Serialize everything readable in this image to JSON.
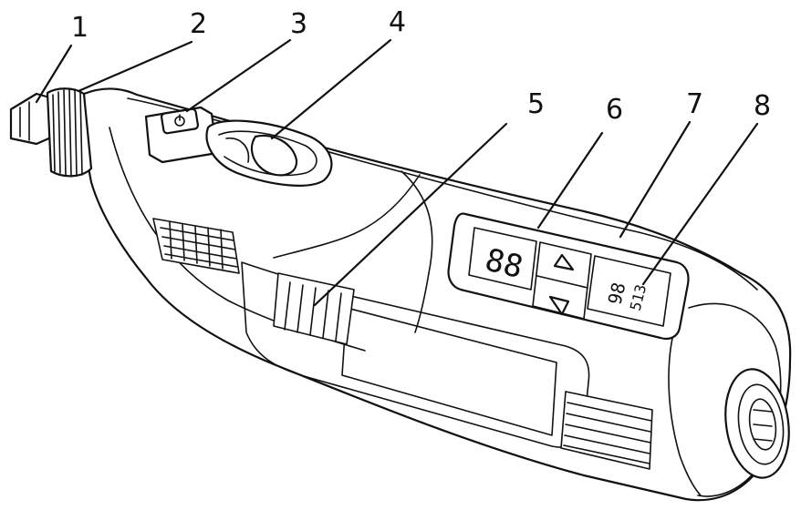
{
  "callouts": [
    {
      "id": "1",
      "label": "1"
    },
    {
      "id": "2",
      "label": "2"
    },
    {
      "id": "3",
      "label": "3"
    },
    {
      "id": "4",
      "label": "4"
    },
    {
      "id": "5",
      "label": "5"
    },
    {
      "id": "6",
      "label": "6"
    },
    {
      "id": "7",
      "label": "7"
    },
    {
      "id": "8",
      "label": "8"
    }
  ],
  "display": {
    "segment_glyph": "88",
    "speed_readout": "98",
    "unit_readout": "513"
  },
  "colors": {
    "line": "#111111",
    "background": "#ffffff"
  }
}
